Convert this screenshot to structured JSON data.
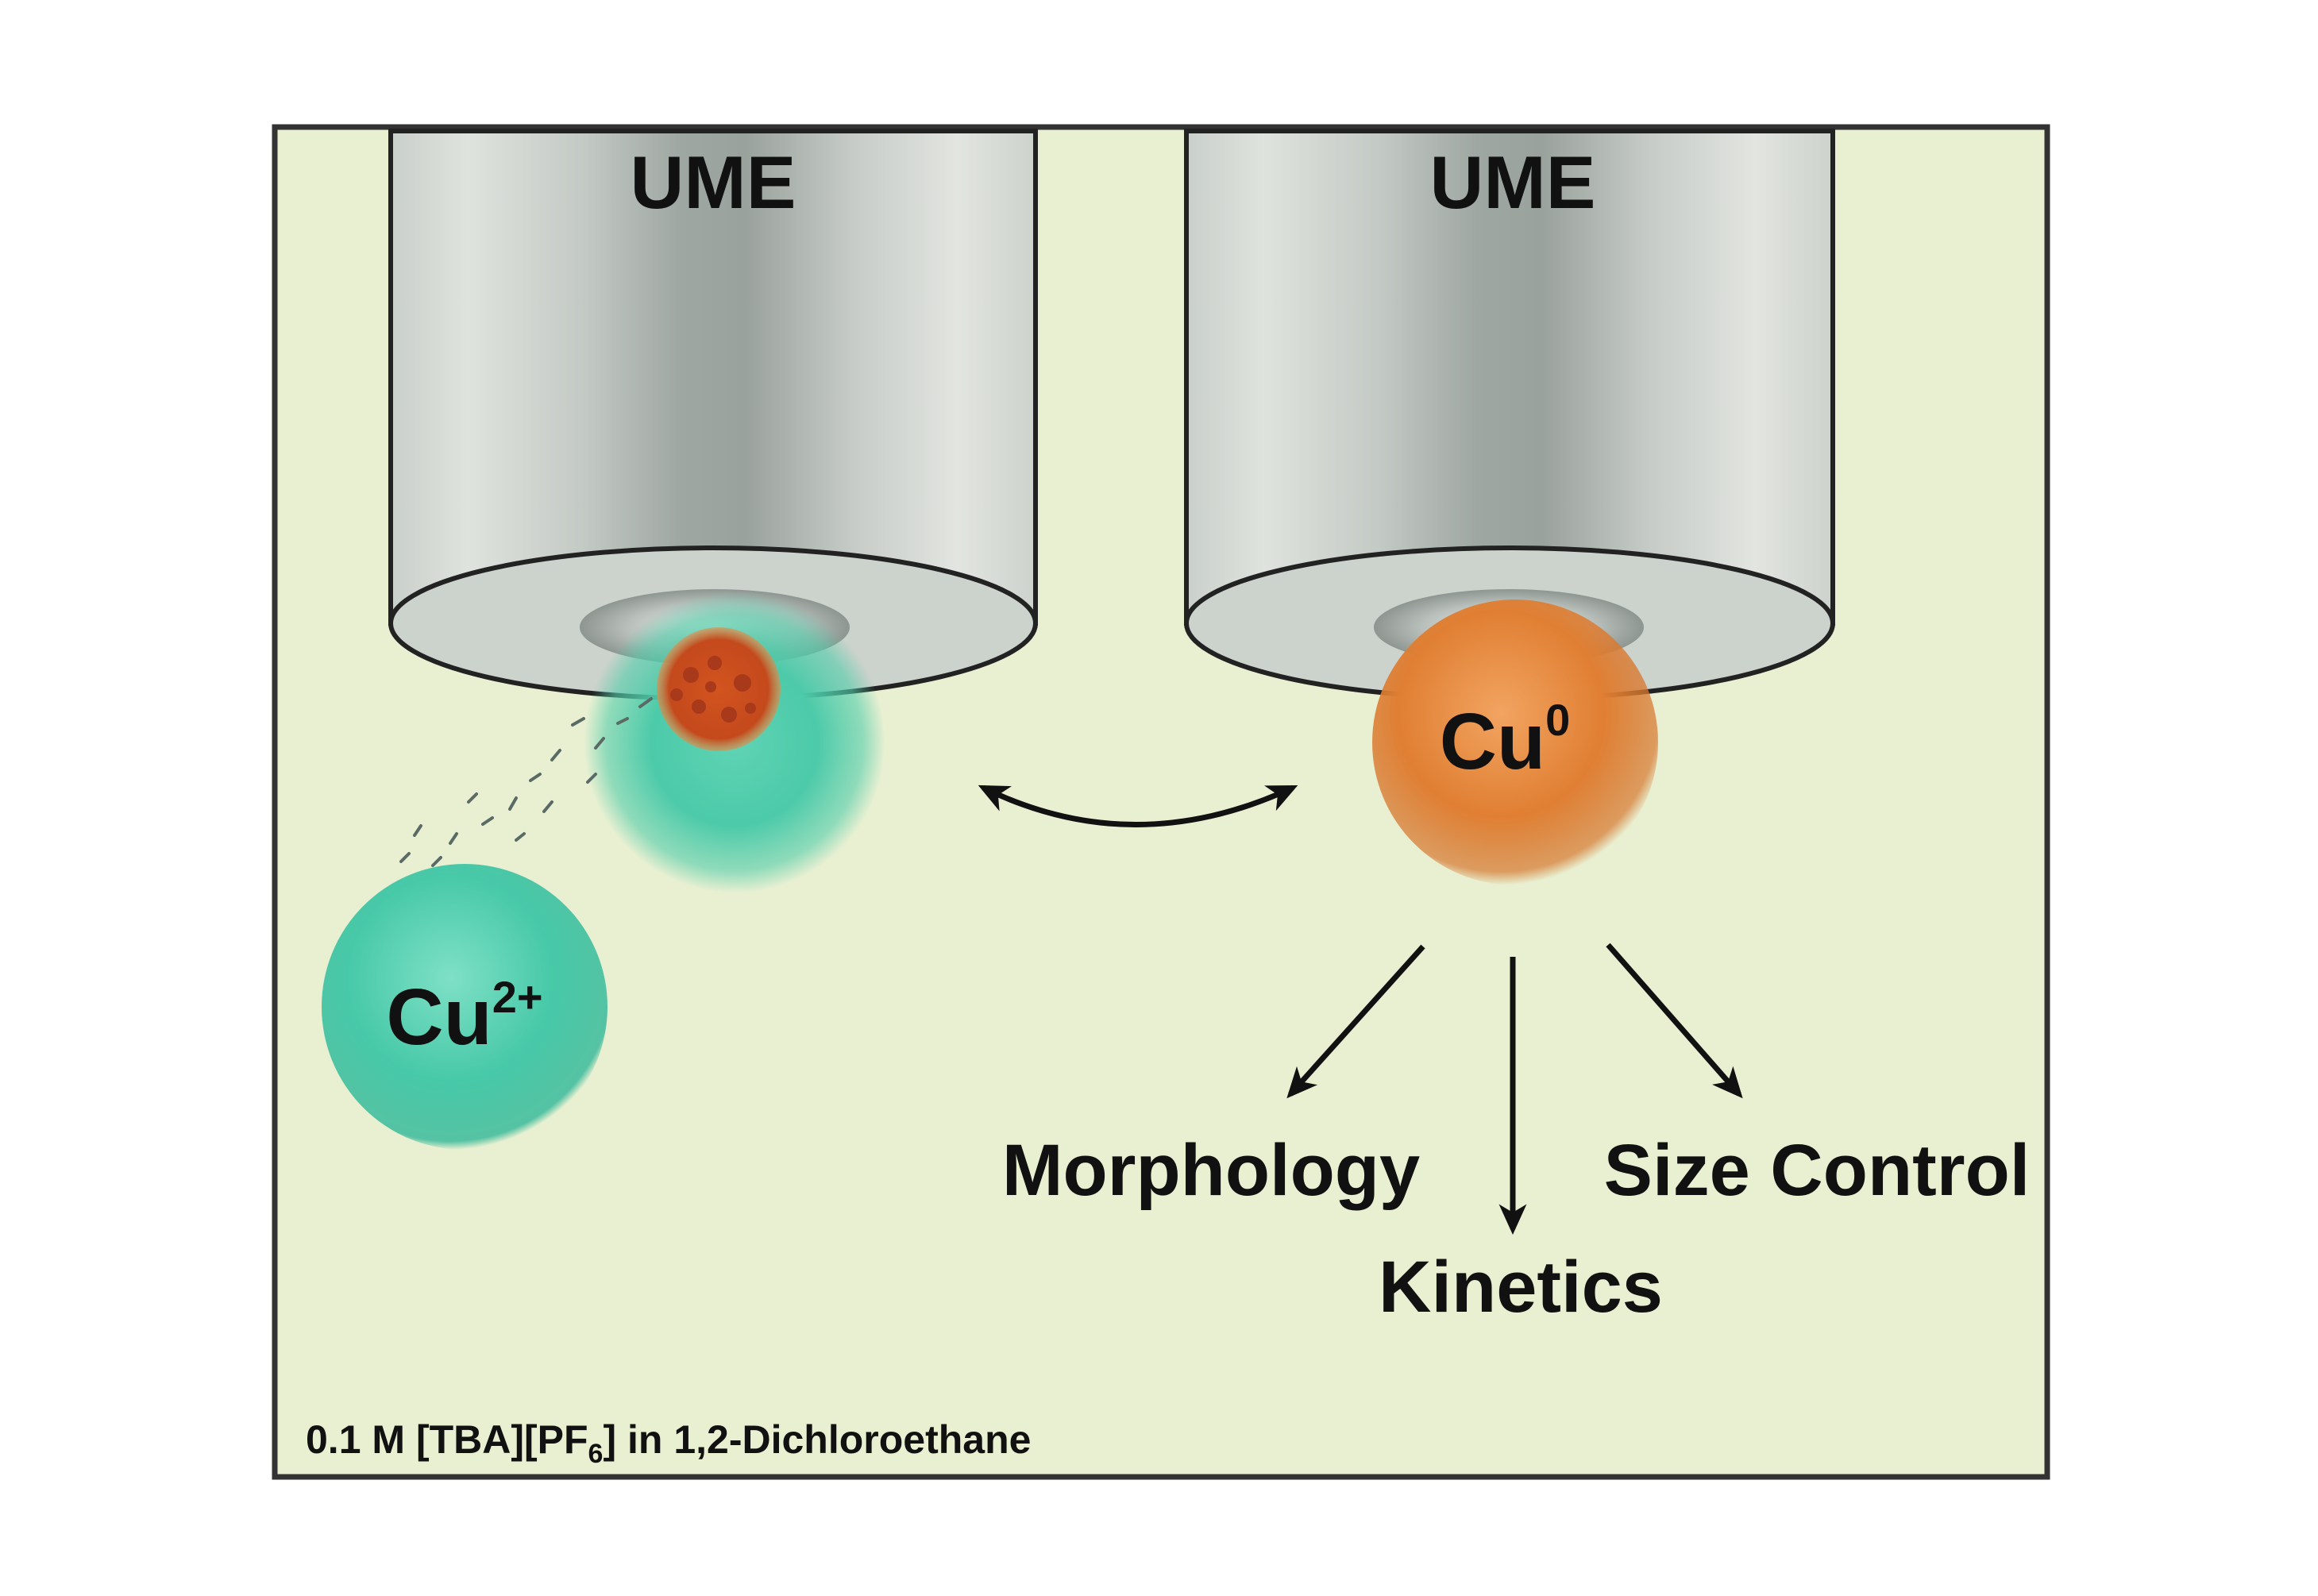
{
  "figure": {
    "left_electrode_label": "UME",
    "right_electrode_label": "UME",
    "ion_label": {
      "base": "Cu",
      "superscript": "2+"
    },
    "metal_label": {
      "base": "Cu",
      "superscript": "0"
    },
    "outcomes": {
      "morphology": "Morphology",
      "kinetics": "Kinetics",
      "size_control": "Size Control"
    },
    "electrolyte_caption": {
      "prefix": "0.1 M [TBA][PF",
      "subscript": "6",
      "suffix": "] in 1,2-Dichloroethane"
    },
    "colors": {
      "background_panel": "#e9f0d2",
      "frame": "#333333",
      "electrode_glass": "#d4d9d3",
      "cu_ion": "#47c9a8",
      "cu_metal": "#e07f33",
      "cu_nucleus": "#c4491c",
      "arrow": "#111111"
    }
  }
}
